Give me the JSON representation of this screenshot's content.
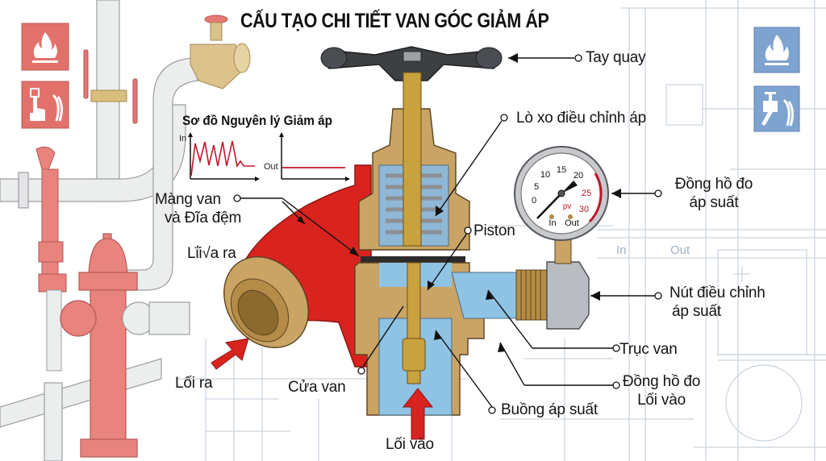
{
  "title": "CẤU TẠO CHI TIẾT VAN GÓC GIẢM ÁP",
  "chart_inset": {
    "title": "Sơ đồ Nguyên lý Giảm áp",
    "left_axis_label": "In",
    "right_axis_label": "Out",
    "line_color": "#c0182a"
  },
  "labels": {
    "tay_quay": "Tay quay",
    "lo_xo": "Lò xo điều chỉnh áp",
    "dong_ho_line1": "Đồng hồ đo",
    "dong_ho_line2": "áp suất",
    "piston": "Piston",
    "nut_line1": "Nút điều chỉnh",
    "nut_line2": "áp suất",
    "truc_van": "Trục van",
    "dong_ho_vao_line1": "Đồng hồ đo",
    "dong_ho_vao_line2": "Lối vào",
    "buong_ap_suat": "Buồng áp suất",
    "loi_vao": "Lối vào",
    "cua_van": "Cửa van",
    "loi_ra": "Lối ra",
    "mang_van_line1": "Màng van",
    "mang_van_line2": "và Đĩa đệm",
    "luu_ra": "Lΐi√a ra"
  },
  "gauge": {
    "ticks": [
      "0",
      "5",
      "10",
      "15",
      "20",
      "25",
      "30"
    ],
    "unit": "pv",
    "port_in": "In",
    "port_out": "Out"
  },
  "background": {
    "ghost_in": "In",
    "ghost_out": "Out"
  },
  "colors": {
    "valve_red": "#d8231f",
    "brass": "#c9a465",
    "water_blue": "#8fc3e4",
    "handwheel": "#3b3d40",
    "sign_red": "#e2716c",
    "sign_blue": "#7fa3d0",
    "pipe_grey": "#e6e7e9",
    "hydrant_red": "#e8837d"
  }
}
